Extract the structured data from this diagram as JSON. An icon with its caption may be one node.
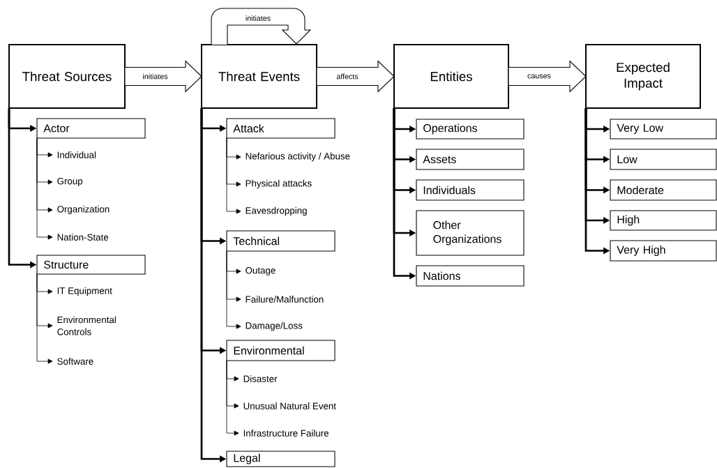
{
  "diagram": {
    "nodes": [
      {
        "text": [
          "Threat Sources"
        ]
      },
      {
        "text": [
          "Actor"
        ]
      },
      {
        "text": [
          "Individual"
        ]
      },
      {
        "text": [
          "Group"
        ]
      },
      {
        "text": [
          "Organization"
        ]
      },
      {
        "text": [
          "Nation-State"
        ]
      },
      {
        "text": [
          "Structure"
        ]
      },
      {
        "text": [
          "IT Equipment"
        ]
      },
      {
        "text": [
          "Environmental Controls"
        ]
      },
      {
        "text": [
          "Software"
        ]
      },
      {
        "text": [
          "Threat Events"
        ]
      },
      {
        "text": [
          "Attack"
        ]
      },
      {
        "text": [
          "Nefarious activity / Abuse"
        ]
      },
      {
        "text": [
          "Physical attacks"
        ]
      },
      {
        "text": [
          "Eavesdropping"
        ]
      },
      {
        "text": [
          "Technical"
        ]
      },
      {
        "text": [
          "Outage"
        ]
      },
      {
        "text": [
          "Failure/Malfunction"
        ]
      },
      {
        "text": [
          "Damage/Loss"
        ]
      },
      {
        "text": [
          "Environmental"
        ]
      },
      {
        "text": [
          "Disaster"
        ]
      },
      {
        "text": [
          "Unusual Natural Event"
        ]
      },
      {
        "text": [
          "Infrastructure Failure"
        ]
      },
      {
        "text": [
          "Legal"
        ]
      },
      {
        "text": [
          "Entities"
        ]
      },
      {
        "text": [
          "Operations"
        ]
      },
      {
        "text": [
          "Assets"
        ]
      },
      {
        "text": [
          "Individuals"
        ]
      },
      {
        "text": [
          "Other Organizations"
        ]
      },
      {
        "text": [
          "Nations"
        ]
      },
      {
        "text": [
          "Expected Impact"
        ]
      },
      {
        "text": [
          "Very Low"
        ]
      },
      {
        "text": [
          "Low"
        ]
      },
      {
        "text": [
          "Moderate"
        ]
      },
      {
        "text": [
          "High"
        ]
      },
      {
        "text": [
          "Very High"
        ]
      }
    ],
    "edges": [
      {
        "from": 0,
        "to": 10,
        "arrow": "to",
        "label": "initiates"
      },
      {
        "from": 10,
        "to": 10,
        "arrow": "to",
        "label": "initiates"
      },
      {
        "from": 10,
        "to": 24,
        "arrow": "to",
        "label": "affects"
      },
      {
        "from": 24,
        "to": 30,
        "arrow": "to",
        "label": "causes"
      },
      {
        "from": 0,
        "to": 1,
        "arrow": "to",
        "style": "thick"
      },
      {
        "from": 0,
        "to": 6,
        "arrow": "to",
        "style": "thick"
      },
      {
        "from": 1,
        "to": 2,
        "arrow": "to"
      },
      {
        "from": 1,
        "to": 3,
        "arrow": "to"
      },
      {
        "from": 1,
        "to": 4,
        "arrow": "to"
      },
      {
        "from": 1,
        "to": 5,
        "arrow": "to"
      },
      {
        "from": 6,
        "to": 7,
        "arrow": "to"
      },
      {
        "from": 6,
        "to": 8,
        "arrow": "to"
      },
      {
        "from": 6,
        "to": 9,
        "arrow": "to"
      },
      {
        "from": 10,
        "to": 11,
        "arrow": "to",
        "style": "thick"
      },
      {
        "from": 10,
        "to": 15,
        "arrow": "to",
        "style": "thick"
      },
      {
        "from": 10,
        "to": 19,
        "arrow": "to",
        "style": "thick"
      },
      {
        "from": 10,
        "to": 23,
        "arrow": "to",
        "style": "thick"
      },
      {
        "from": 11,
        "to": 12,
        "arrow": "to"
      },
      {
        "from": 11,
        "to": 13,
        "arrow": "to"
      },
      {
        "from": 11,
        "to": 14,
        "arrow": "to"
      },
      {
        "from": 15,
        "to": 16,
        "arrow": "to"
      },
      {
        "from": 15,
        "to": 17,
        "arrow": "to"
      },
      {
        "from": 15,
        "to": 18,
        "arrow": "to"
      },
      {
        "from": 19,
        "to": 20,
        "arrow": "to"
      },
      {
        "from": 19,
        "to": 21,
        "arrow": "to"
      },
      {
        "from": 19,
        "to": 22,
        "arrow": "to"
      },
      {
        "from": 24,
        "to": 25,
        "arrow": "to",
        "style": "thick"
      },
      {
        "from": 24,
        "to": 26,
        "arrow": "to",
        "style": "thick"
      },
      {
        "from": 24,
        "to": 27,
        "arrow": "to",
        "style": "thick"
      },
      {
        "from": 24,
        "to": 28,
        "arrow": "to",
        "style": "thick"
      },
      {
        "from": 24,
        "to": 29,
        "arrow": "to",
        "style": "thick"
      },
      {
        "from": 30,
        "to": 31,
        "arrow": "to",
        "style": "thick"
      },
      {
        "from": 30,
        "to": 32,
        "arrow": "to",
        "style": "thick"
      },
      {
        "from": 30,
        "to": 33,
        "arrow": "to",
        "style": "thick"
      },
      {
        "from": 30,
        "to": 34,
        "arrow": "to",
        "style": "thick"
      },
      {
        "from": 30,
        "to": 35,
        "arrow": "to",
        "style": "thick"
      }
    ]
  }
}
